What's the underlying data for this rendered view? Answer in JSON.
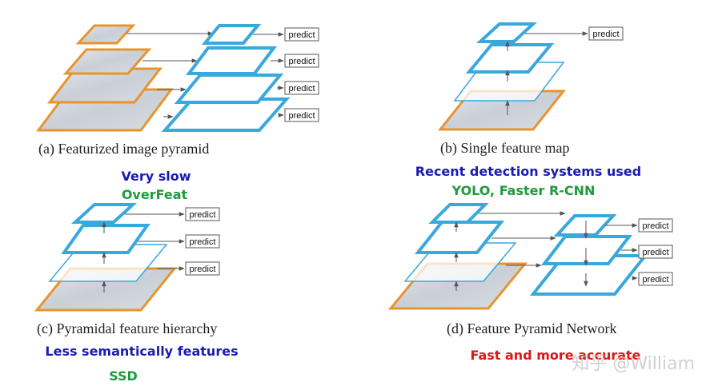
{
  "colors": {
    "feature_map": "#39a8dc",
    "image_border": "#e8942e",
    "note_blue": "#1a1ab4",
    "note_green": "#1f9a3a",
    "note_red": "#e01515"
  },
  "predict_label": "predict",
  "panels": {
    "a": {
      "caption": "(a) Featurized image pyramid",
      "note1": "Very slow",
      "note2": "OverFeat"
    },
    "b": {
      "caption": "(b) Single feature map",
      "note1": "Recent detection systems used",
      "note2": "YOLO, Faster R-CNN"
    },
    "c": {
      "caption": "(c) Pyramidal feature hierarchy",
      "note1": "Less semantically features",
      "note2": "SSD"
    },
    "d": {
      "caption": "(d) Feature Pyramid Network",
      "note1": "Fast and more accurate"
    }
  },
  "watermark": "知乎 @William"
}
